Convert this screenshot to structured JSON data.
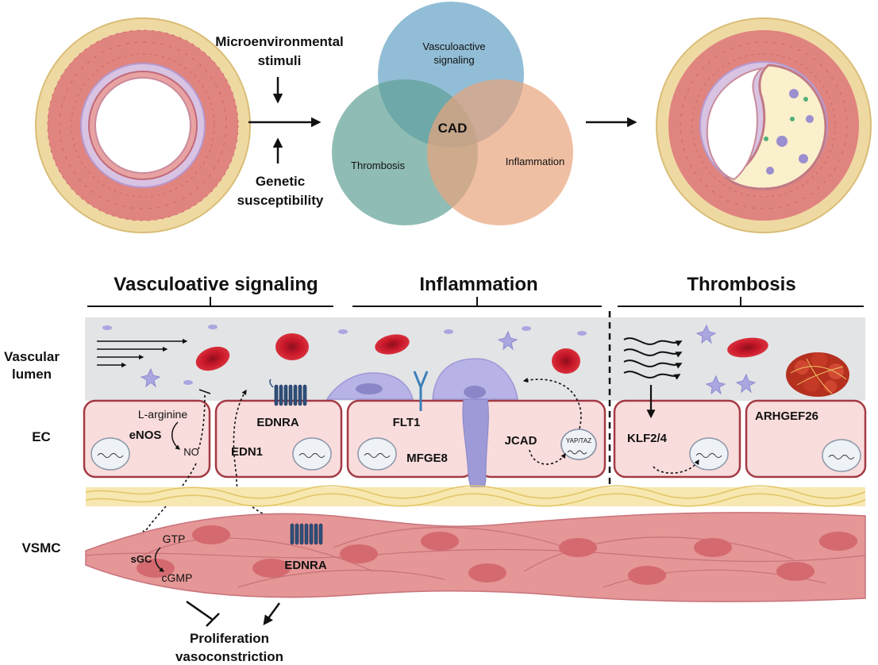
{
  "top": {
    "stimuli_lines": [
      "Microenvironmental",
      "stimuli"
    ],
    "genetic_lines": [
      "Genetic",
      "susceptibility"
    ],
    "venn": {
      "vasculoactive_lines": [
        "Vasculoactive",
        "signaling"
      ],
      "thrombosis": "Thrombosis",
      "inflammation": "Inflammation",
      "center": "CAD",
      "colors": {
        "vasculoactive": "#7fb2cf",
        "thrombosis": "#5f9f94",
        "inflammation": "#e8a47c"
      }
    }
  },
  "sections": {
    "vasculoactive": "Vasculoative signaling",
    "inflammation": "Inflammation",
    "thrombosis": "Thrombosis"
  },
  "row_labels": {
    "lumen_lines": [
      "Vascular",
      "lumen"
    ],
    "ec": "EC",
    "vsmc": "VSMC"
  },
  "cells": {
    "l_arginine": "L-arginine",
    "enos": "eNOS",
    "no": "NO",
    "ednra_ec": "EDNRA",
    "edn1": "EDN1",
    "flt1": "FLT1",
    "mfge8": "MFGE8",
    "jcad": "JCAD",
    "yap_taz": "YAP/TAZ",
    "klf": "KLF2/4",
    "arhgef26": "ARHGEF26"
  },
  "vsmc": {
    "gtp": "GTP",
    "sgc": "sGC",
    "cgmp": "cGMP",
    "ednra": "EDNRA",
    "outcome_lines": [
      "Proliferation",
      "vasoconstriction"
    ]
  },
  "colors": {
    "lumen_bg": "#e2e4e6",
    "cell_fill": "#f9dcdc",
    "cell_border": "#a33a44",
    "rbc": "#c9182a",
    "vsmc": "#e59696",
    "adventitia": "#eed8a0",
    "immune": "#b7b3e6"
  }
}
